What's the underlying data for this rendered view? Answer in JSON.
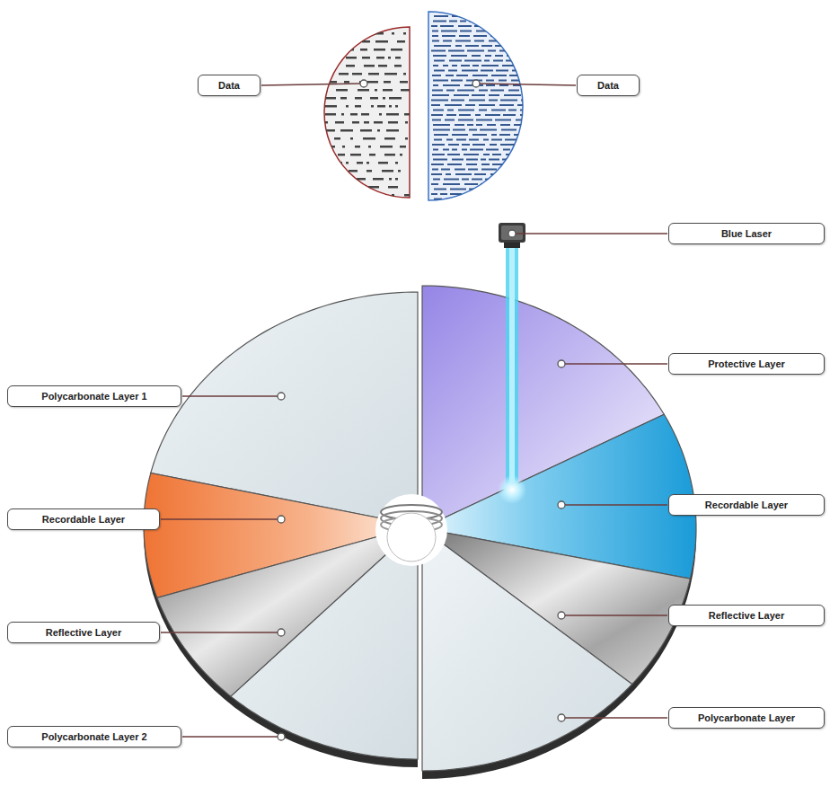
{
  "diagram": {
    "nodes": [
      {
        "text": [
          "Data"
        ]
      },
      {
        "text": [
          "Data"
        ]
      },
      {
        "text": [
          "Blue Laser"
        ]
      },
      {
        "text": [
          "Polycarbonate Layer 1"
        ]
      },
      {
        "text": [
          "Protective Layer"
        ]
      },
      {
        "text": [
          "Recordable Layer"
        ]
      },
      {
        "text": [
          "Recordable Layer"
        ]
      },
      {
        "text": [
          "Reflective Layer"
        ]
      },
      {
        "text": [
          "Reflective Layer"
        ]
      },
      {
        "text": [
          "Polycarbonate Layer 2"
        ]
      },
      {
        "text": [
          "Polycarbonate Layer"
        ]
      }
    ]
  }
}
